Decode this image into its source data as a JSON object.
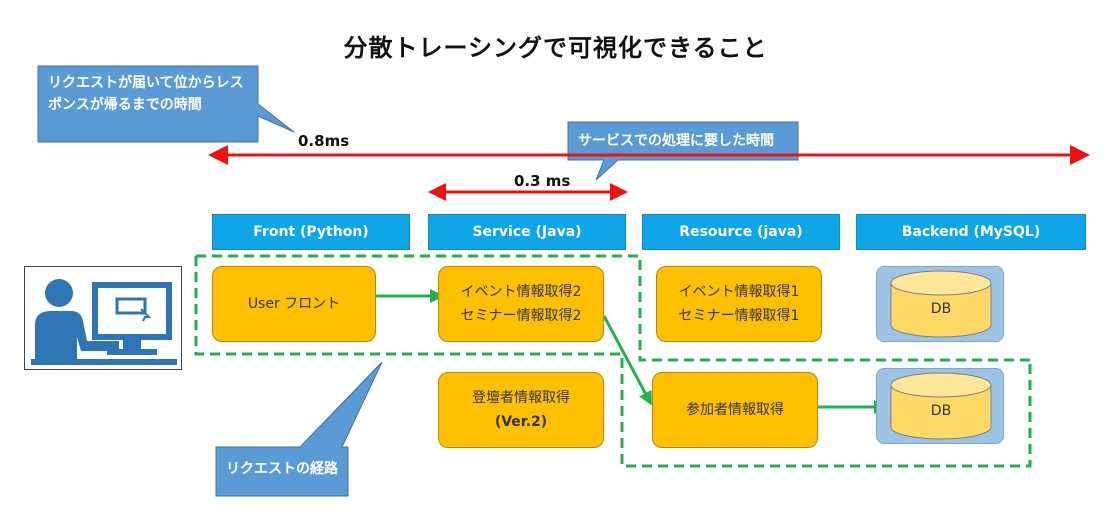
{
  "title": "分散トレーシングで可視化できること",
  "callouts": {
    "total_time": "リクエストが届いて位からレスポンスが帰るまでの時間",
    "service_time": "サービスでの処理に要した時間",
    "request_path": "リクエストの経路"
  },
  "measures": {
    "total": "0.8ms",
    "service": "0.3 ms"
  },
  "columns": [
    {
      "label": "Front (Python)"
    },
    {
      "label": "Service (Java)"
    },
    {
      "label": "Resource (java)"
    },
    {
      "label": "Backend (MySQL)"
    }
  ],
  "nodes": {
    "user_front": "User フロント",
    "event_info_2": [
      "イベント情報取得2",
      "セミナー情報取得2"
    ],
    "registrant": [
      "登壇者情報取得",
      "(Ver.2)"
    ],
    "event_info_1": [
      "イベント情報取得1",
      "セミナー情報取得1"
    ],
    "participant": "参加者情報取得",
    "db1": "DB",
    "db2": "DB"
  },
  "colors": {
    "header": "#0ea5e9",
    "node": "#ffc000",
    "callout": "#5b9bd5",
    "arrow_red": "#ee1111",
    "arrow_green": "#22b14c",
    "dashed": "#22b14c",
    "db_fill": "#ffd966",
    "db_bg": "#9dc3e6"
  },
  "icons": {
    "user": "person-at-computer-icon",
    "db": "database-cylinder-icon"
  }
}
